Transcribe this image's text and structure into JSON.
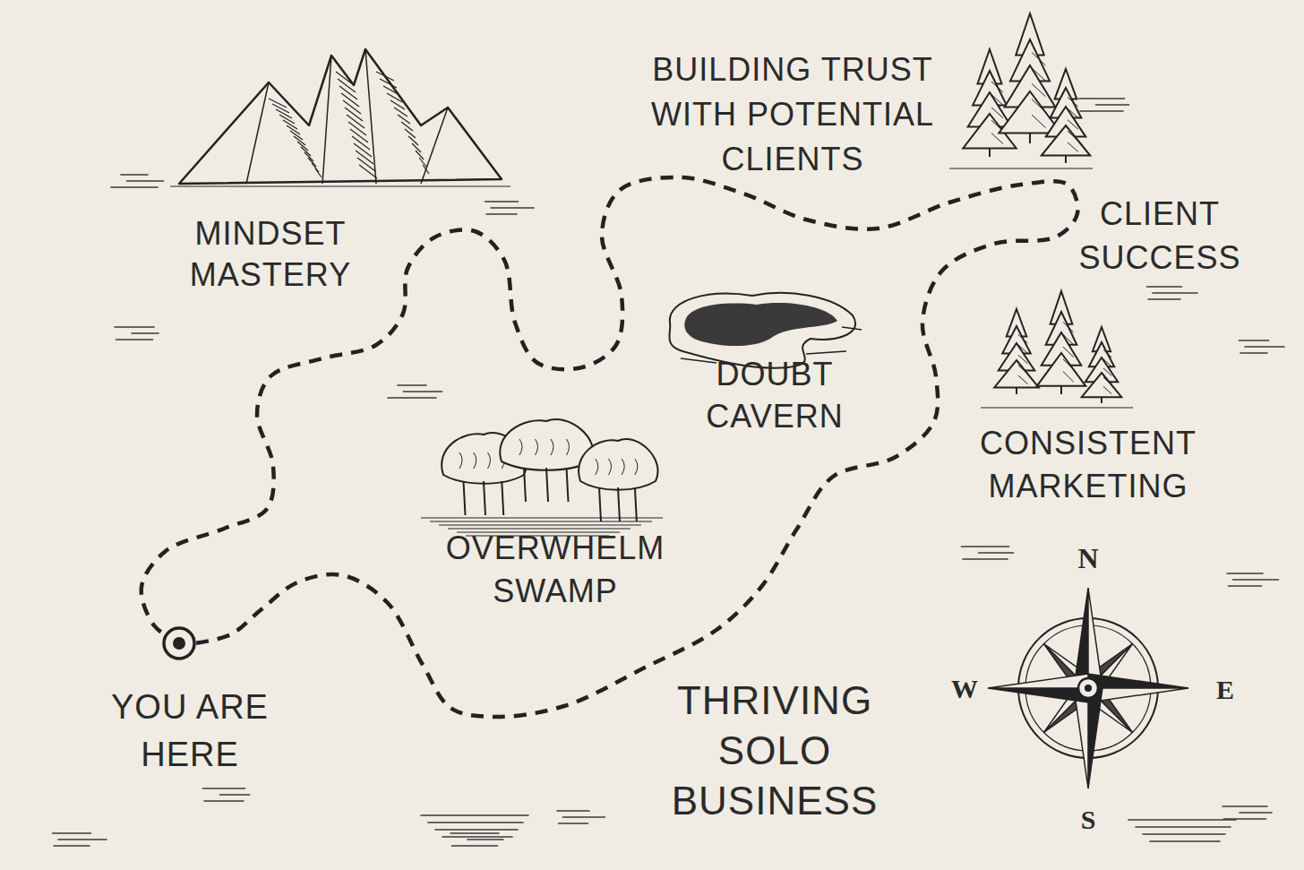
{
  "diagram": {
    "labels": [
      "MINDSET MASTERY",
      "BUILDING TRUST WITH POTENTIAL CLIENTS",
      "CLIENT SUCCESS",
      "DOUBT CAVERN",
      "CONSISTENT MARKETING",
      "OVERWHELM SWAMP",
      "YOU ARE HERE",
      "THRIVING SOLO BUSINESS",
      "N",
      "W",
      "E",
      "S"
    ]
  }
}
